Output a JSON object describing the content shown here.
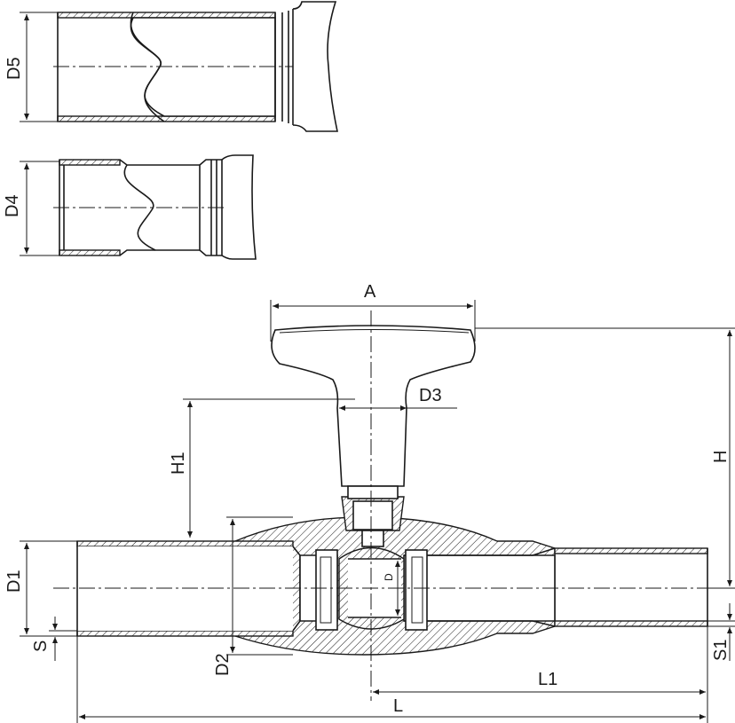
{
  "drawing": {
    "labels": {
      "D5": "D5",
      "D4": "D4",
      "A": "A",
      "D3": "D3",
      "H1": "H1",
      "H": "H",
      "D1": "D1",
      "D": "D",
      "S": "S",
      "D2": "D2",
      "S1": "S1",
      "L1": "L1",
      "L": "L"
    },
    "line_color": "#1a1a1a"
  }
}
